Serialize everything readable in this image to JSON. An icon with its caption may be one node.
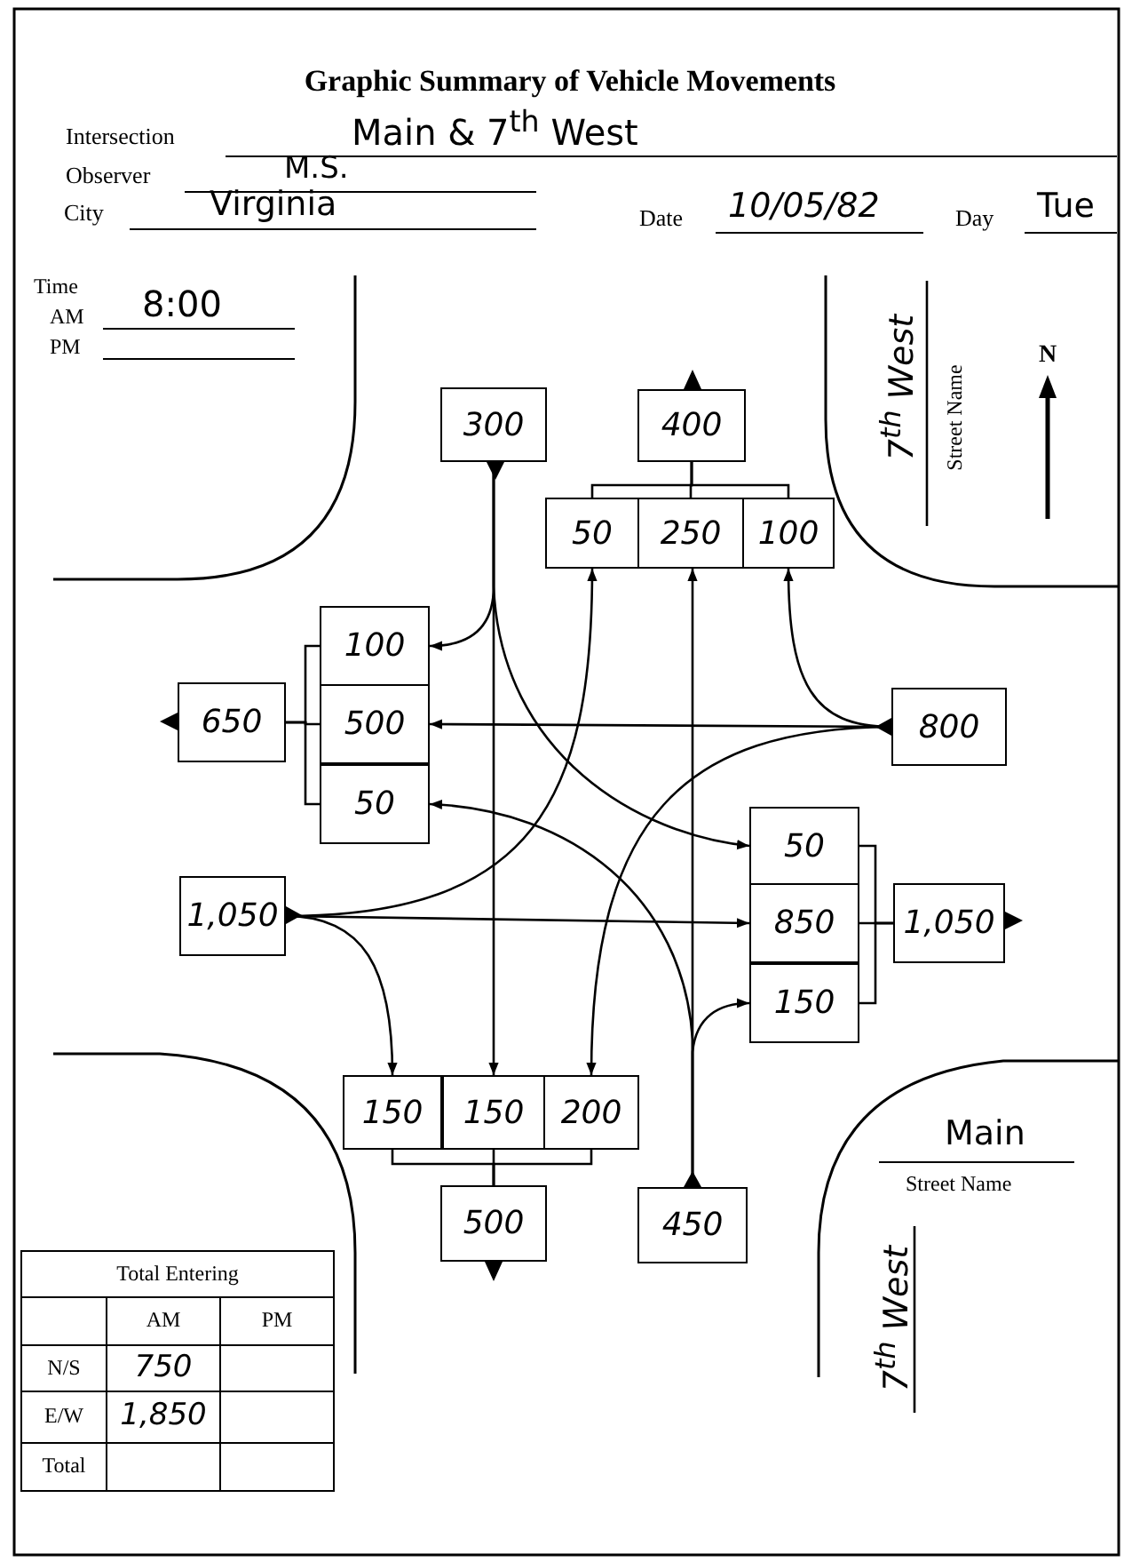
{
  "diagram": {
    "title": "Graphic Summary of Vehicle Movements",
    "nodes": [
      {
        "text": [
          "300"
        ]
      },
      {
        "text": [
          "400"
        ]
      },
      {
        "text": [
          "50"
        ]
      },
      {
        "text": [
          "250"
        ]
      },
      {
        "text": [
          "100"
        ]
      },
      {
        "text": [
          "100"
        ]
      },
      {
        "text": [
          "500"
        ]
      },
      {
        "text": [
          "50"
        ]
      },
      {
        "text": [
          "650"
        ]
      },
      {
        "text": [
          "800"
        ]
      },
      {
        "text": [
          "1,050"
        ]
      },
      {
        "text": [
          "50"
        ]
      },
      {
        "text": [
          "850"
        ]
      },
      {
        "text": [
          "150"
        ]
      },
      {
        "text": [
          "1,050"
        ]
      },
      {
        "text": [
          "150"
        ]
      },
      {
        "text": [
          "150"
        ]
      },
      {
        "text": [
          "200"
        ]
      },
      {
        "text": [
          "500"
        ]
      },
      {
        "text": [
          "450"
        ]
      }
    ],
    "edges": [
      {
        "from": 0,
        "to": 5,
        "arrow": "to"
      },
      {
        "from": 0,
        "to": 16,
        "arrow": "to"
      },
      {
        "from": 0,
        "to": 11,
        "arrow": "to"
      },
      {
        "from": 9,
        "to": 4,
        "arrow": "to"
      },
      {
        "from": 9,
        "to": 6,
        "arrow": "to"
      },
      {
        "from": 9,
        "to": 17,
        "arrow": "to"
      },
      {
        "from": 10,
        "to": 2,
        "arrow": "to"
      },
      {
        "from": 10,
        "to": 12,
        "arrow": "to"
      },
      {
        "from": 10,
        "to": 15,
        "arrow": "to"
      },
      {
        "from": 19,
        "to": 3,
        "arrow": "to"
      },
      {
        "from": 19,
        "to": 7,
        "arrow": "to"
      },
      {
        "from": 19,
        "to": 13,
        "arrow": "to"
      },
      {
        "from": 2,
        "to": 1,
        "arrow": "none"
      },
      {
        "from": 3,
        "to": 1,
        "arrow": "none"
      },
      {
        "from": 4,
        "to": 1,
        "arrow": "none"
      },
      {
        "from": 5,
        "to": 8,
        "arrow": "none"
      },
      {
        "from": 6,
        "to": 8,
        "arrow": "none"
      },
      {
        "from": 7,
        "to": 8,
        "arrow": "none"
      },
      {
        "from": 11,
        "to": 14,
        "arrow": "none"
      },
      {
        "from": 12,
        "to": 14,
        "arrow": "none"
      },
      {
        "from": 13,
        "to": 14,
        "arrow": "none"
      },
      {
        "from": 15,
        "to": 18,
        "arrow": "none"
      },
      {
        "from": 16,
        "to": 18,
        "arrow": "none"
      },
      {
        "from": 17,
        "to": 18,
        "arrow": "none"
      }
    ],
    "labels": [
      "Intersection",
      "Main & 7$^{th}$ West",
      "Observer",
      "M.S.",
      "City",
      "Virginia",
      "Date",
      "10/05/82",
      "Day",
      "Tue",
      "Time",
      "AM",
      "PM",
      "8:00",
      "7$^{th}$ West",
      "Street Name",
      "N",
      "Main",
      "Street Name",
      "Total Entering",
      "AM",
      "PM",
      "N/S",
      "750",
      "E/W",
      "1,850",
      "Total",
      "7$^{th}$ West"
    ]
  }
}
